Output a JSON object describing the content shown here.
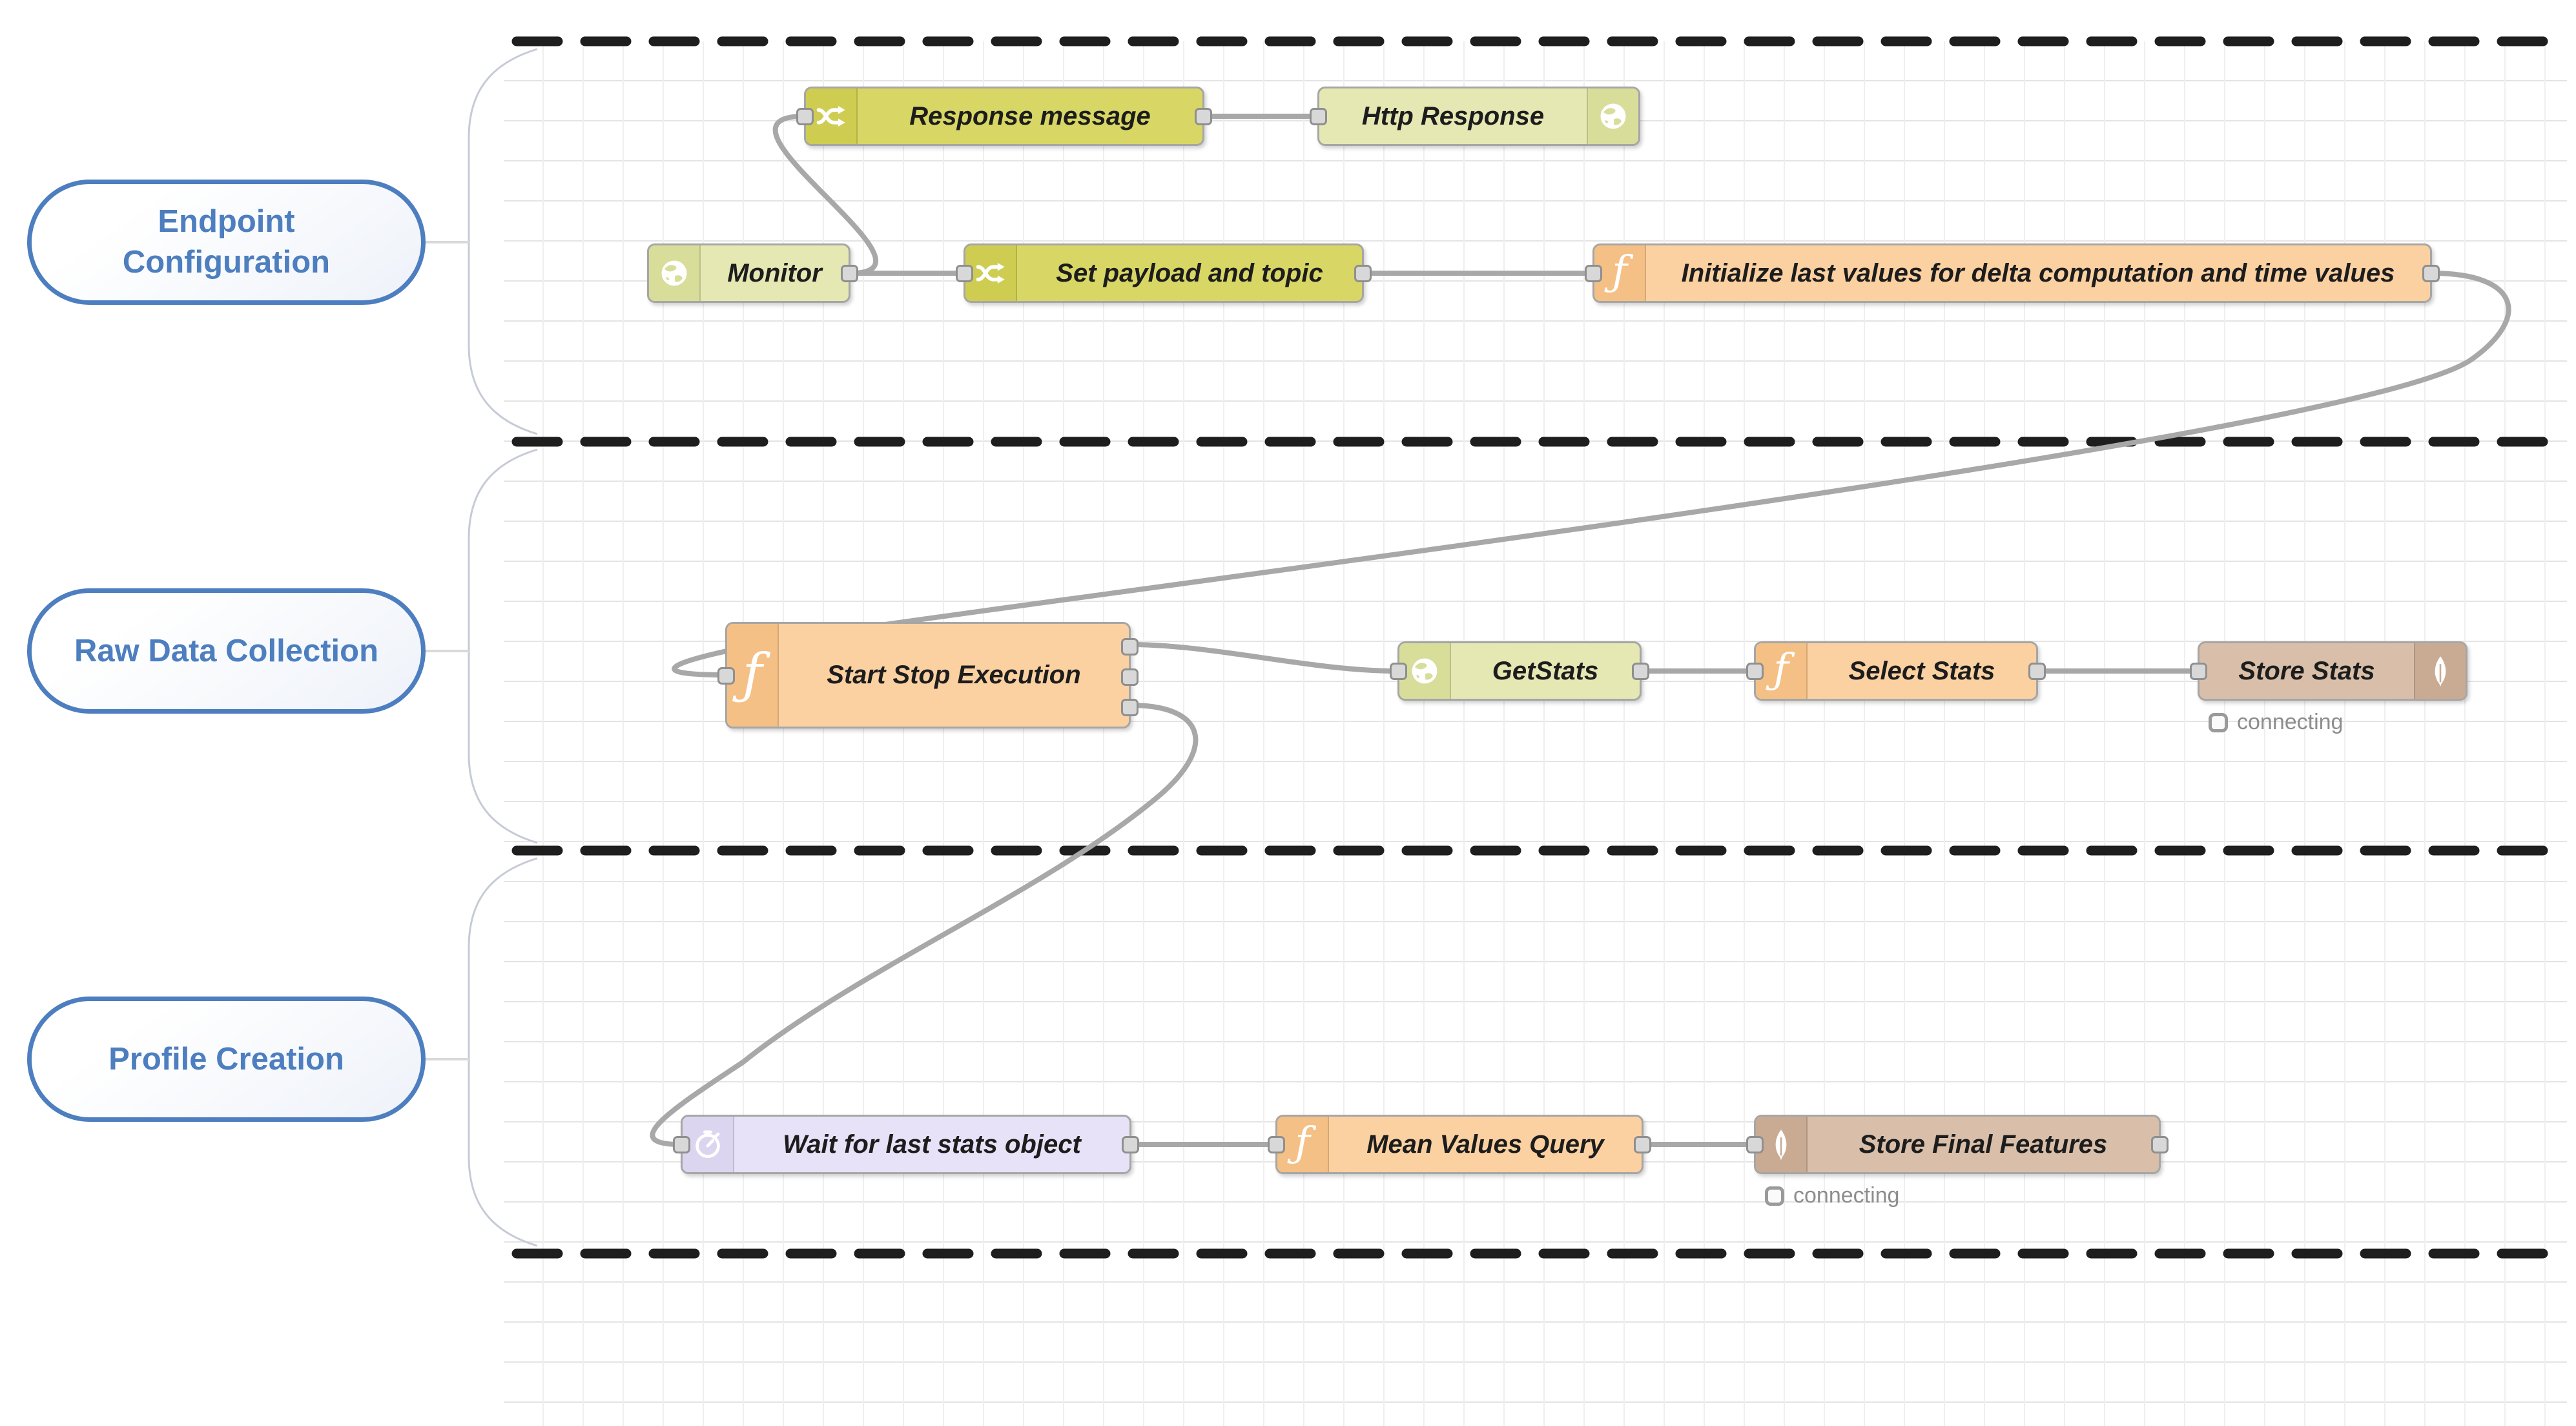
{
  "sections": [
    {
      "label": "Endpoint Configuration"
    },
    {
      "label": "Raw Data Collection"
    },
    {
      "label": "Profile Creation"
    }
  ],
  "nodes": [
    {
      "id": "response-message",
      "label": "Response message",
      "type": "change",
      "icon": "shuffle-icon"
    },
    {
      "id": "http-response",
      "label": "Http Response",
      "type": "http",
      "icon": "globe-icon"
    },
    {
      "id": "monitor",
      "label": "Monitor",
      "type": "http",
      "icon": "globe-icon"
    },
    {
      "id": "set-payload-and-topic",
      "label": "Set payload and topic",
      "type": "change",
      "icon": "shuffle-icon"
    },
    {
      "id": "initialize-last-values",
      "label": "Initialize last values for delta computation and time values",
      "type": "function",
      "icon": "function-icon"
    },
    {
      "id": "start-stop-execution",
      "label": "Start Stop Execution",
      "type": "function",
      "icon": "function-icon"
    },
    {
      "id": "getstats",
      "label": "GetStats",
      "type": "http",
      "icon": "globe-icon"
    },
    {
      "id": "select-stats",
      "label": "Select Stats",
      "type": "function",
      "icon": "function-icon"
    },
    {
      "id": "store-stats",
      "label": "Store Stats",
      "type": "mongodb",
      "icon": "leaf-icon",
      "status": "connecting"
    },
    {
      "id": "wait-for-last-stats-object",
      "label": "Wait for last stats object",
      "type": "delay",
      "icon": "timer-icon"
    },
    {
      "id": "mean-values-query",
      "label": "Mean Values Query",
      "type": "function",
      "icon": "function-icon"
    },
    {
      "id": "store-final-features",
      "label": "Store Final Features",
      "type": "mongodb",
      "icon": "leaf-icon",
      "status": "connecting"
    }
  ],
  "colors": {
    "change_node": "#d8d765",
    "http_node": "#e5e8b3",
    "function_node": "#fcd1a2",
    "mongodb_node": "#d9bfa9",
    "delay_node": "#e7e2f7",
    "wire": "#a8a8a8",
    "section_divider": "#1e1e1e",
    "pill_accent": "#4d7ebf"
  }
}
